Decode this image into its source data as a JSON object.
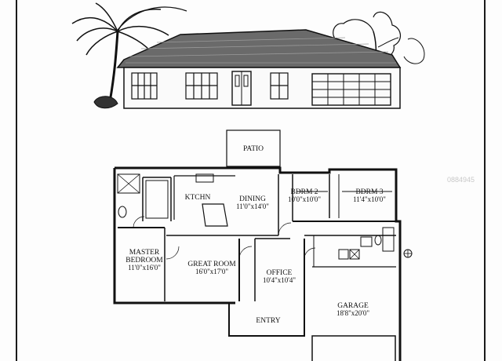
{
  "rooms": {
    "patio": "PATIO",
    "kitchen": "KTCHN",
    "dining": {
      "name": "DINING",
      "dim": "11'0\"x14'0\""
    },
    "bedroom2": {
      "name": "BDRM 2",
      "dim": "10'0\"x10'0\""
    },
    "bedroom3": {
      "name": "BDRM 3",
      "dim": "11'4\"x10'0\""
    },
    "master": {
      "name1": "MASTER",
      "name2": "BEDROOM",
      "dim": "11'0\"x16'0\""
    },
    "great_room": {
      "name": "GREAT ROOM",
      "dim": "16'0\"x17'0\""
    },
    "office": {
      "name": "OFFICE",
      "dim": "10'4\"x10'4\""
    },
    "garage": {
      "name": "GARAGE",
      "dim": "18'8\"x20'0\""
    },
    "entry": "ENTRY"
  },
  "watermark": "0884945"
}
